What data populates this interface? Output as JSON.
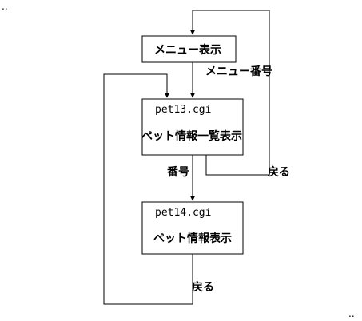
{
  "corner_marks": {
    "top_left": "..",
    "bottom_right": ".."
  },
  "nodes": {
    "menu": {
      "label": "メニュー表示"
    },
    "list": {
      "file": "pet13.cgi",
      "label": "ペット情報一覧表示"
    },
    "detail": {
      "file": "pet14.cgi",
      "label": "ペット情報表示"
    }
  },
  "edges": {
    "menu_to_list": "メニュー番号",
    "list_to_detail": "番号",
    "list_back": "戻る",
    "detail_back": "戻る"
  }
}
